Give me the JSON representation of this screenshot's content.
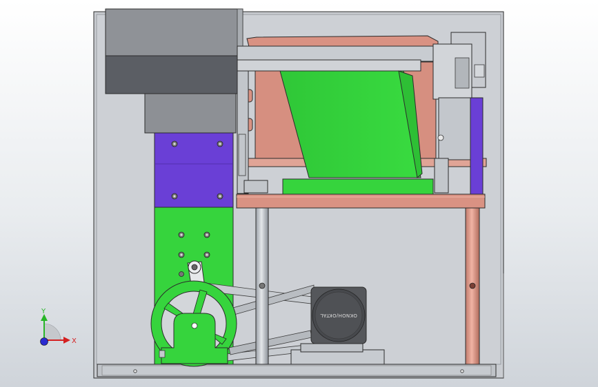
{
  "motor": {
    "label": "OKNOH/OKTAL"
  },
  "triad": {
    "x_label": "X",
    "y_label": "Y"
  },
  "colors": {
    "frame": "#c8cbd0",
    "gray_dark": "#5a5d63",
    "gray_mid": "#8e9196",
    "purple": "#6a3fd6",
    "green": "#35d43c",
    "salmon": "#d99283",
    "metal": "#c2c6cc",
    "motor": "#55575b"
  }
}
